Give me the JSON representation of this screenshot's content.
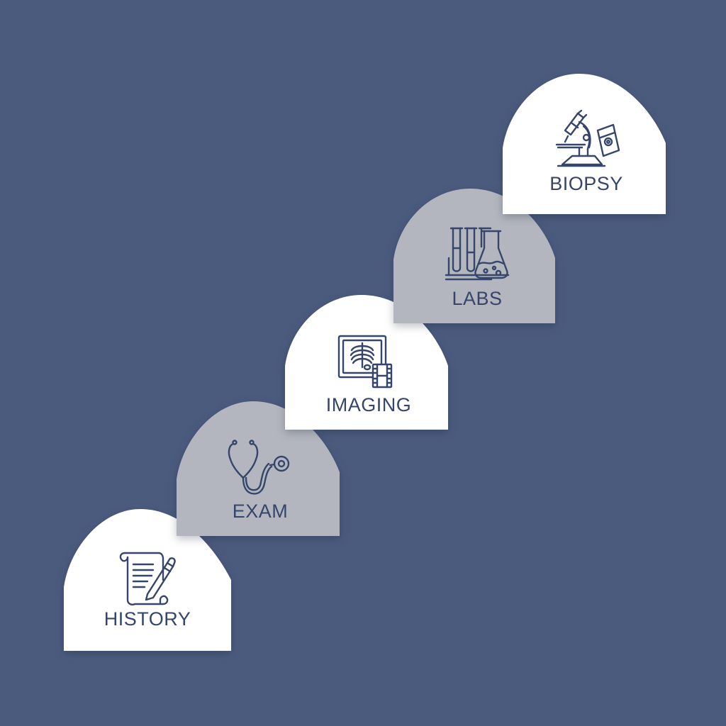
{
  "colors": {
    "background": "#4b5b7e",
    "card_white": "#ffffff",
    "card_gray": "#b3b6be",
    "text": "#36456a",
    "icon_stroke": "#36456a"
  },
  "steps": [
    {
      "label": "HISTORY",
      "icon": "scroll-with-pen-icon",
      "fill": "white"
    },
    {
      "label": "EXAM",
      "icon": "stethoscope-icon",
      "fill": "gray"
    },
    {
      "label": "IMAGING",
      "icon": "x-ray-film-icon",
      "fill": "white"
    },
    {
      "label": "LABS",
      "icon": "test-tubes-flask-icon",
      "fill": "gray"
    },
    {
      "label": "BIOPSY",
      "icon": "microscope-slide-icon",
      "fill": "white"
    }
  ]
}
